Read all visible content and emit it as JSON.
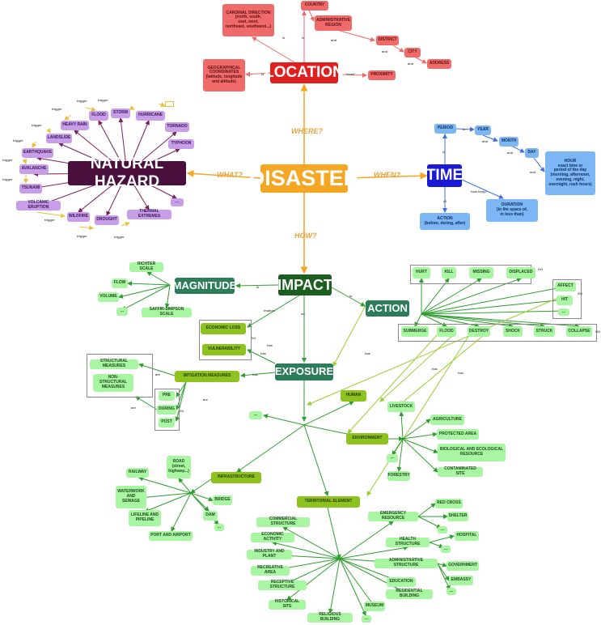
{
  "colors": {
    "orange": "#f5a623",
    "red": "#e02020",
    "blue": "#1a1ad6",
    "purple_dark": "#4a0f3c",
    "green_dark": "#1b5e20",
    "green_mid": "#2e7d5a",
    "olive": "#8dc21f",
    "light_green": "#a8f5a2",
    "light_red": "#f06a6a",
    "light_blue": "#7cb6f5",
    "light_purple": "#c89ee8"
  },
  "nodes": {
    "disaster": "DISASTER",
    "location": "LOCATION",
    "time": "TIME",
    "natural_hazard": "NATURAL HAZARD",
    "impact": "IMPACT",
    "magnitude": "MAGNITUDE",
    "action": "ACTION",
    "exposure": "EXPOSURE",
    "cardinal": "CARDINAL DIRECTION\n(north, south,\neast, west,\nnortheast, southwest...)",
    "country": "COUNTRY",
    "admin_region": "ADMINISTRATIVE\nREGION",
    "district": "DISTRICT",
    "city": "CITY",
    "address": "ADDRESS",
    "geo": "GEOGRAPHICAL\nCOORDINATES\n(latitude, longitude\nand altitude)",
    "proximity": "PROXIMITY",
    "period": "PERIOD",
    "year": "YEAR",
    "month": "MONTH",
    "day": "DAY",
    "hour": "HOUR\nexact time or\nperiod of the day\n(morning, afternoon,\nevening, night,\novernight, rush hours)",
    "duration": "DURATION\n(in the space of,\nin less than)",
    "time_action": "ACTION\n(before, during, after)",
    "flood": "FLOOD",
    "storm": "STORM",
    "hurricane": "HURRICANE",
    "heavy_rain": "HEAVY RAIN",
    "tornado": "TORNADO",
    "landslide": "LANDSLIDE",
    "typhoon": "TYPHOON",
    "earthquake": "EARTHQUAKE",
    "avalanche": "AVALANCHE",
    "tsunami": "TSUNAMI",
    "volcanic": "VOLCANIC ERUPTION",
    "wildfire": "WILDFIRE",
    "drought": "DROUGHT",
    "thermal": "THERMAL EXTREMES",
    "haz_more": "...",
    "richter": "RICHTER SCALE",
    "flow": "FLOW",
    "volume": "VOLUME",
    "mag_more": "...",
    "saffir": "SAFFIR-SIMPSON SCALE",
    "hurt": "HURT",
    "kill": "KILL",
    "missing": "MISSING",
    "displaced": "DISPLACED",
    "affect": "AFFECT",
    "hit": "HIT",
    "act_more": "...",
    "submerge": "SUBMERGE",
    "act_flood": "FLOOD",
    "destroy": "DESTROY",
    "shock": "SHOCK",
    "struck": "STRUCK",
    "collapse": "COLLAPSE",
    "economic_loss": "ECONOMIC LOSS",
    "vulnerability": "VULNERABILITY",
    "mitigation": "MITIGATION MEASURES",
    "structural": "STRUCTURAL MEASURES",
    "non_structural": "NON-STRUCTURAL\nMEASURES",
    "pre": "PRE",
    "during": "DURING",
    "post": "POST",
    "human": "HUMAN",
    "exp_more": "...",
    "livestock": "LIVESTOCK",
    "environment": "ENVIRONMENT",
    "agriculture": "AGRICULTURE",
    "protected": "PROTECTED AREA",
    "bio": "BIOLOGICAL AND ECOLOGICAL\nRESOURCE",
    "env_more": "...",
    "forestry": "FORESTRY",
    "contaminated": "CONTAMINATED SITE",
    "infrastructure": "INFRASTRUCTURE",
    "road": "ROAD\n(street,\nhighway...)",
    "railway": "RAILWAY",
    "waterwork": "WATERWORK\nAND\nSEWAGE",
    "bridge": "BRIDGE",
    "lifeline": "LIFELINE AND\nPIPELINE",
    "dam": "DAM",
    "inf_more": "...",
    "port": "PORT AND AIRPORT",
    "territorial": "TERRITORIAL ELEMENT",
    "commercial": "COMMERCIAL STRUCTURE",
    "economic_activity": "ECONOMIC ACTIVITY",
    "industry": "INDUSTRY AND PLANT",
    "recreative": "RECREATIVE AREA",
    "receptive": "RECEPTIVE STRUCTURE",
    "historical": "HISTORICAL SITE",
    "religious": "RELIGIOUS BUILDING",
    "ter_more": "...",
    "museum": "MUSEUM",
    "residential": "RESIDENTIAL BUILDING",
    "education": "EDUCATION",
    "administrative": "ADMINISTRATIVE STRUCTURE",
    "government": "GOVERNMENT",
    "embassy": "EMBASSY",
    "adm_more": "...",
    "health": "HEALTH STRUCTURE",
    "hospital": "HOSPITAL",
    "health_more": "...",
    "emergency": "EMERGENCY RESOURCE",
    "red_cross": "RED CROSS",
    "shelter": "SHELTER",
    "em_more": "..."
  },
  "labels": {
    "where": "WHERE?",
    "when": "WHEN?",
    "what": "WHAT?",
    "how": "HOW?",
    "is": "is",
    "and": "and",
    "near": "\"near\"",
    "how_long": "how long?",
    "of": "of",
    "trigger": "trigger",
    "implies": "implies",
    "has": "has",
    "on": "on",
    "are": "are",
    "go": "GO"
  }
}
